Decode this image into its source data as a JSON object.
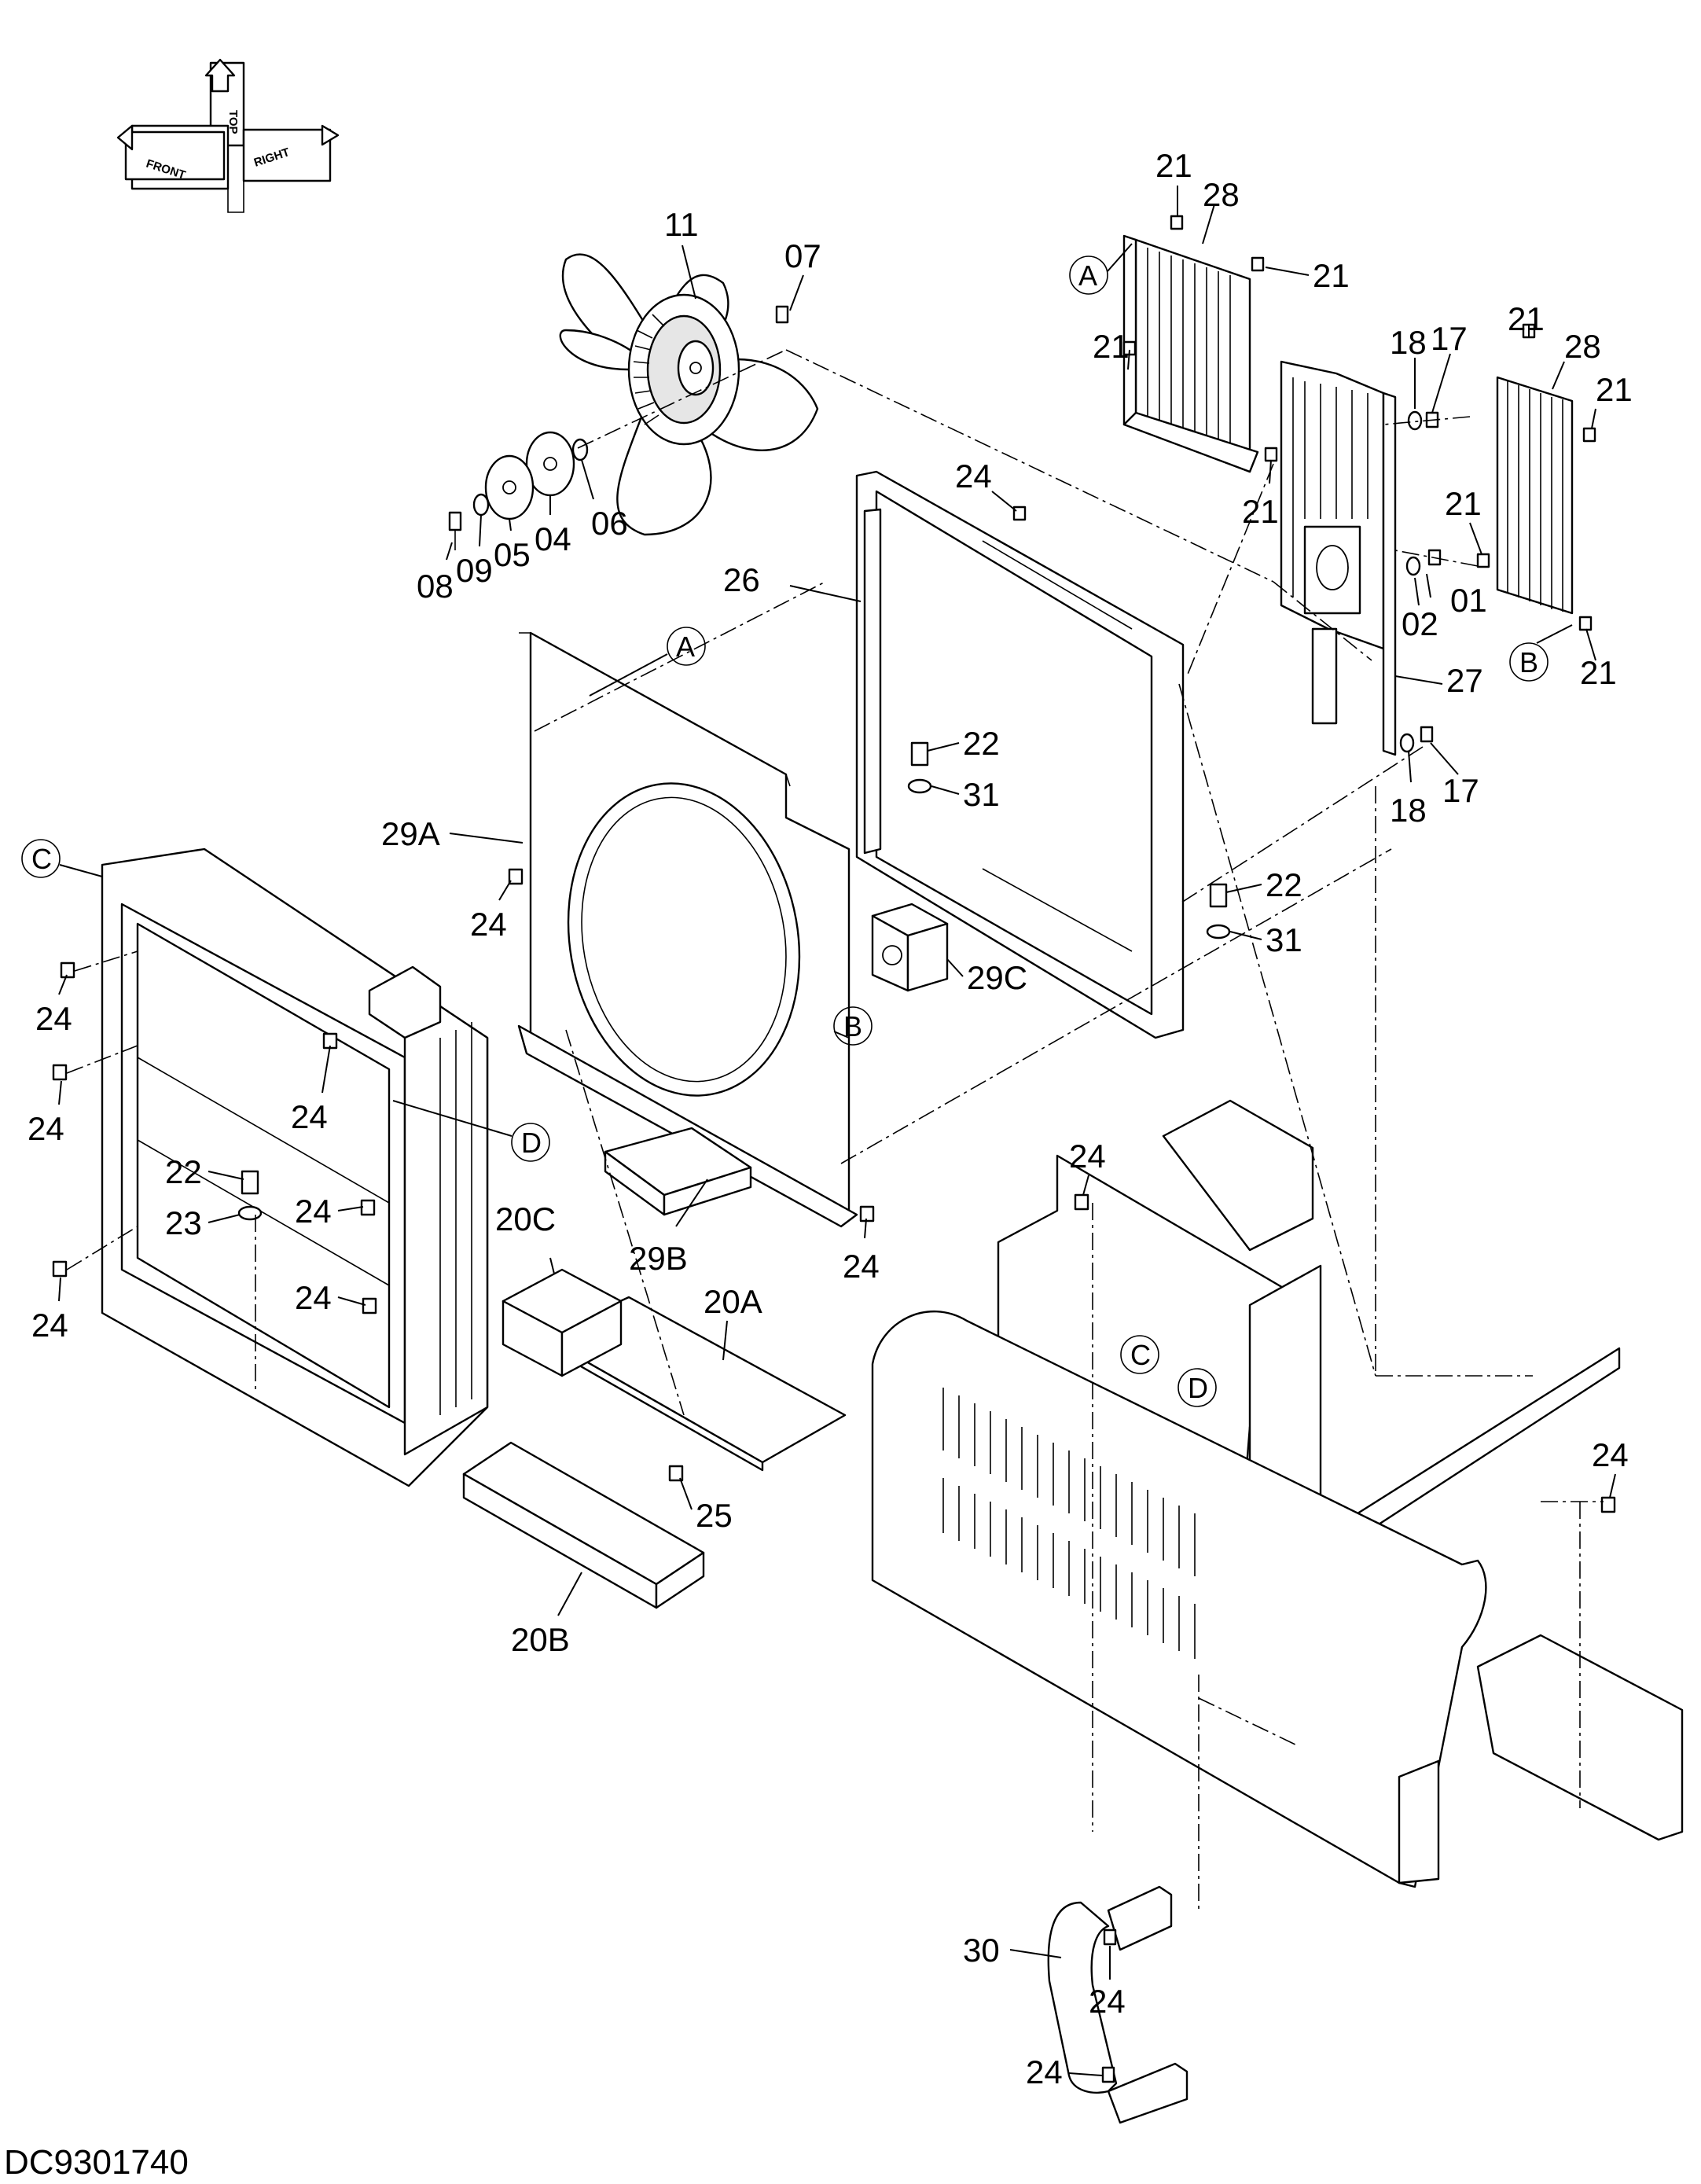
{
  "drawing_code": "DC9301740",
  "orientation": {
    "front": "FRONT",
    "top": "TOP",
    "right": "RIGHT"
  },
  "callouts": {
    "c01": "01",
    "c02": "02",
    "c04": "04",
    "c05": "05",
    "c06": "06",
    "c07": "07",
    "c08": "08",
    "c09": "09",
    "c11": "11",
    "c17a": "17",
    "c17b": "17",
    "c18a": "18",
    "c18b": "18",
    "c20A": "20A",
    "c20B": "20B",
    "c20C": "20C",
    "c21a": "21",
    "c21b": "21",
    "c21c": "21",
    "c21d": "21",
    "c21e": "21",
    "c21f": "21",
    "c21g": "21",
    "c21h": "21",
    "c22a": "22",
    "c22b": "22",
    "c22c": "22",
    "c23": "23",
    "c24a": "24",
    "c24b": "24",
    "c24c": "24",
    "c24d": "24",
    "c24e": "24",
    "c24f": "24",
    "c24g": "24",
    "c24h": "24",
    "c24i": "24",
    "c24j": "24",
    "c24k": "24",
    "c24l": "24",
    "c24m": "24",
    "c25": "25",
    "c26": "26",
    "c27": "27",
    "c28a": "28",
    "c28b": "28",
    "c29A": "29A",
    "c29B": "29B",
    "c29C": "29C",
    "c30": "30",
    "c31a": "31",
    "c31b": "31"
  },
  "references": {
    "refA1": "A",
    "refA2": "A",
    "refB1": "B",
    "refB2": "B",
    "refC1": "C",
    "refC2": "C",
    "refD1": "D",
    "refD2": "D"
  }
}
